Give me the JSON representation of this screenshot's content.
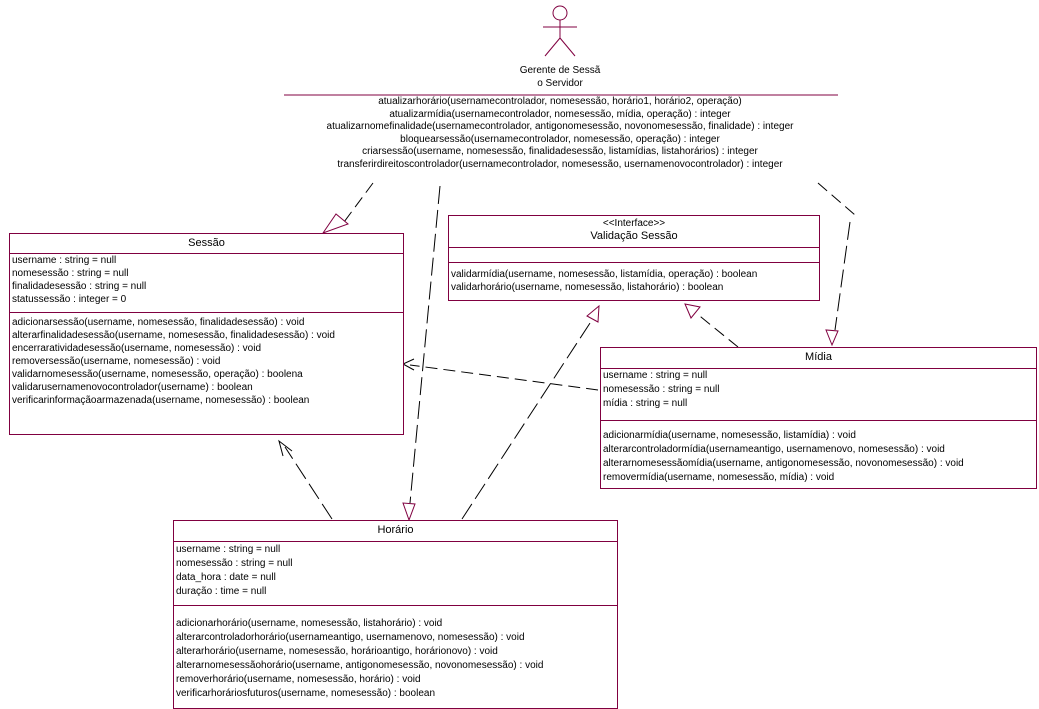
{
  "actor": {
    "name_line1": "Gerente de Sessã",
    "name_line2": "o Servidor",
    "operations": [
      "atualizarhorário(usernamecontrolador, nomesessão, horário1, horário2, operação)",
      "atualizarmídia(usernamecontrolador, nomesessão, mídia, operação) : integer",
      "atualizarnomefinalidade(usernamecontrolador, antigonomesessão, novonomesessão, finalidade) : integer",
      "bloquearsessão(usernamecontrolador, nomesessão, operação) : integer",
      "criarsessão(username, nomesessão, finalidadesessão, listamídias, listahorários) : integer",
      "transferirdireitoscontrolador(usernamecontrolador, nomesessão, usernamenovocontrolador) : integer"
    ]
  },
  "sessao": {
    "name": "Sessão",
    "attributes": [
      "username : string = null",
      "nomesessão : string = null",
      "finalidadesessão : string = null",
      "statussessão : integer = 0"
    ],
    "operations": [
      "adicionarsessão(username, nomesessão, finalidadesessão) : void",
      "alterarfinalidadesessão(username, nomesessão, finalidadesessão) : void",
      "encerraratividadesessão(username, nomesessão) : void",
      "removersessão(username, nomesessão) : void",
      "validarnomesessão(username, nomesessão, operação) : boolena",
      "validarusernamenovocontrolador(username) : boolean",
      "verificarinformaçãoarmazenada(username, nomesessão) : boolean"
    ]
  },
  "validacao": {
    "stereotype": "<<Interface>>",
    "name": "Validação Sessão",
    "operations": [
      "validarmídia(username, nomesessão, listamídia, operação) : boolean",
      "validarhorário(username, nomesessão, listahorário) : boolean"
    ]
  },
  "midia": {
    "name": "Mídia",
    "attributes": [
      "username : string = null",
      "nomesessão : string = null",
      "mídia : string = null"
    ],
    "operations": [
      "adicionarmídia(username, nomesessão, listamídia) : void",
      "alterarcontroladormídia(usernameantigo, usernamenovo, nomesessão) : void",
      "alterarnomesessãomídia(username, antigonomesessão, novonomesessão) : void",
      "removermídia(username, nomesessão, mídia) : void"
    ]
  },
  "horario": {
    "name": "Horário",
    "attributes": [
      "username : string = null",
      "nomesessão : string = null",
      "data_hora : date = null",
      "duração : time = null"
    ],
    "operations": [
      "adicionarhorário(username, nomesessão, listahorário) : void",
      "alterarcontroladorhorário(usernameantigo, usernamenovo, nomesessão) : void",
      "alterarhorário(username, nomesessão, horárioantigo, horárionovo) : void",
      "alterarnomesessãohorário(username, antigonomesessão, novonomesessão) : void",
      "removerhorário(username, nomesessão, horário) : void",
      "verificarhoráriosfuturos(username, nomesessão) : boolean"
    ]
  },
  "colors": {
    "border": "#800040",
    "line": "#000000"
  }
}
